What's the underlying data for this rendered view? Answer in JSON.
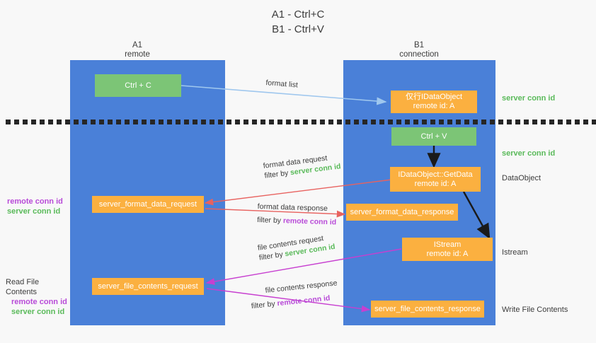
{
  "title": "A1 - Ctrl+C\nB1 - Ctrl+V",
  "colors": {
    "lane": "#4a80d8",
    "green_node": "#7cc576",
    "orange_node": "#fbb040",
    "server_conn": "#5aba5a",
    "remote_conn": "#b84bd8",
    "arrow_blue": "#9fc7ee",
    "arrow_red": "#e8625f",
    "arrow_magenta": "#c73fd0",
    "arrow_black": "#1a1a1a",
    "dash": "#262626",
    "background": "#f8f8f8"
  },
  "lanes": [
    {
      "id": "a1",
      "title": "A1\nremote"
    },
    {
      "id": "b1",
      "title": "B1\nconnection"
    }
  ],
  "nodes": [
    {
      "id": "ctrl-c",
      "label": "Ctrl + C",
      "kind": "green"
    },
    {
      "id": "ole-dataobject",
      "label": "仅行IDataObject\nremote id: A",
      "kind": "orange"
    },
    {
      "id": "ctrl-v",
      "label": "Ctrl + V",
      "kind": "green"
    },
    {
      "id": "getdata",
      "label": "IDataObject::GetData\nremote id: A",
      "kind": "orange"
    },
    {
      "id": "server-format-data-request",
      "label": "server_format_data_request",
      "kind": "orange"
    },
    {
      "id": "server-format-data-response",
      "label": "server_format_data_response",
      "kind": "orange"
    },
    {
      "id": "istream",
      "label": "IStream\nremote id: A",
      "kind": "orange"
    },
    {
      "id": "server-file-contents-request",
      "label": "server_file_contents_request",
      "kind": "orange"
    },
    {
      "id": "server-file-contents-response",
      "label": "server_file_contents_response",
      "kind": "orange"
    }
  ],
  "right_notes": [
    {
      "id": "server-conn-top",
      "text": "server conn id",
      "style": "green"
    },
    {
      "id": "server-conn-second",
      "text": "server conn id",
      "style": "green"
    },
    {
      "id": "dataobject",
      "text": "DataObject",
      "style": "plain"
    },
    {
      "id": "istream-note",
      "text": "Istream",
      "style": "plain"
    },
    {
      "id": "write-file-contents",
      "text": "Write File Contents",
      "style": "plain"
    }
  ],
  "left_notes": [
    {
      "id": "format-pair",
      "remote": "remote conn id",
      "server": "server conn id"
    },
    {
      "id": "read-file-contents",
      "heading": "Read File Contents",
      "remote": "remote conn id",
      "server": "server conn id"
    }
  ],
  "edges": [
    {
      "id": "format-list",
      "line1": "format list",
      "line2": "",
      "filter_word": "",
      "color": "#9fc7ee"
    },
    {
      "id": "format-data-request",
      "line1": "format data request",
      "line2_prefix": "filter by ",
      "line2_value": "server conn id",
      "value_kind": "server",
      "color": "#e8625f"
    },
    {
      "id": "format-data-response",
      "line1": "format data response",
      "line2_prefix": "filter by ",
      "line2_value": "remote conn id",
      "value_kind": "remote",
      "color": "#e8625f"
    },
    {
      "id": "file-contents-request",
      "line1": "file contents request",
      "line2_prefix": "filter by ",
      "line2_value": "server conn id",
      "value_kind": "server",
      "color": "#c73fd0"
    },
    {
      "id": "file-contents-response",
      "line1": "file contents response",
      "line2_prefix": "filter by ",
      "line2_value": "remote conn id",
      "value_kind": "remote",
      "color": "#c73fd0"
    }
  ]
}
